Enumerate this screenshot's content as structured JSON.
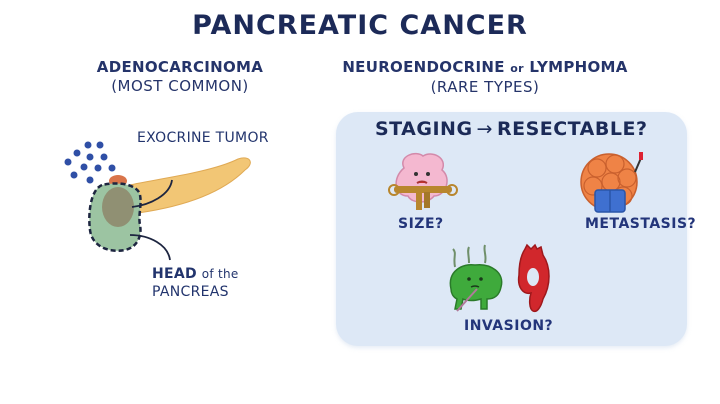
{
  "title": "PANCREATIC CANCER",
  "left_column": {
    "heading": "ADENOCARCINOMA",
    "subheading": "(MOST COMMON)",
    "labels": {
      "tumor": "EXOCRINE TUMOR",
      "head_bold": "HEAD",
      "head_of_the": "of the",
      "head_pancreas": "PANCREAS"
    },
    "illustration": "pancreas-with-tumor-in-head-icon"
  },
  "right_column": {
    "heading_part1": "NEUROENDOCRINE",
    "heading_or": "or",
    "heading_part2": "LYMPHOMA",
    "subheading": "(RARE TYPES)"
  },
  "staging": {
    "label": "STAGING",
    "arrow": "→",
    "question": "RESECTABLE?",
    "criteria": [
      {
        "label": "SIZE?",
        "icon": "tumor-with-measuring-tape-icon"
      },
      {
        "label": "METASTASIS?",
        "icon": "traveling-tumor-with-suitcase-icon"
      },
      {
        "label": "INVASION?",
        "icon": "organ-and-aorta-icon"
      }
    ]
  },
  "colors": {
    "text_navy": "#1c2a58",
    "staging_box": "#dde8f6",
    "pancreas_body": "#f2c675",
    "pancreas_head": "#9cc4a2",
    "tumor": "#8f8b6e",
    "cell_dots": "#2f4fa6",
    "size_tumor": "#f4b8d0",
    "metastasis_tumor": "#ef8346",
    "suitcase": "#3f70d0",
    "invaded_organ": "#3faa3c",
    "aorta": "#d1272c"
  }
}
